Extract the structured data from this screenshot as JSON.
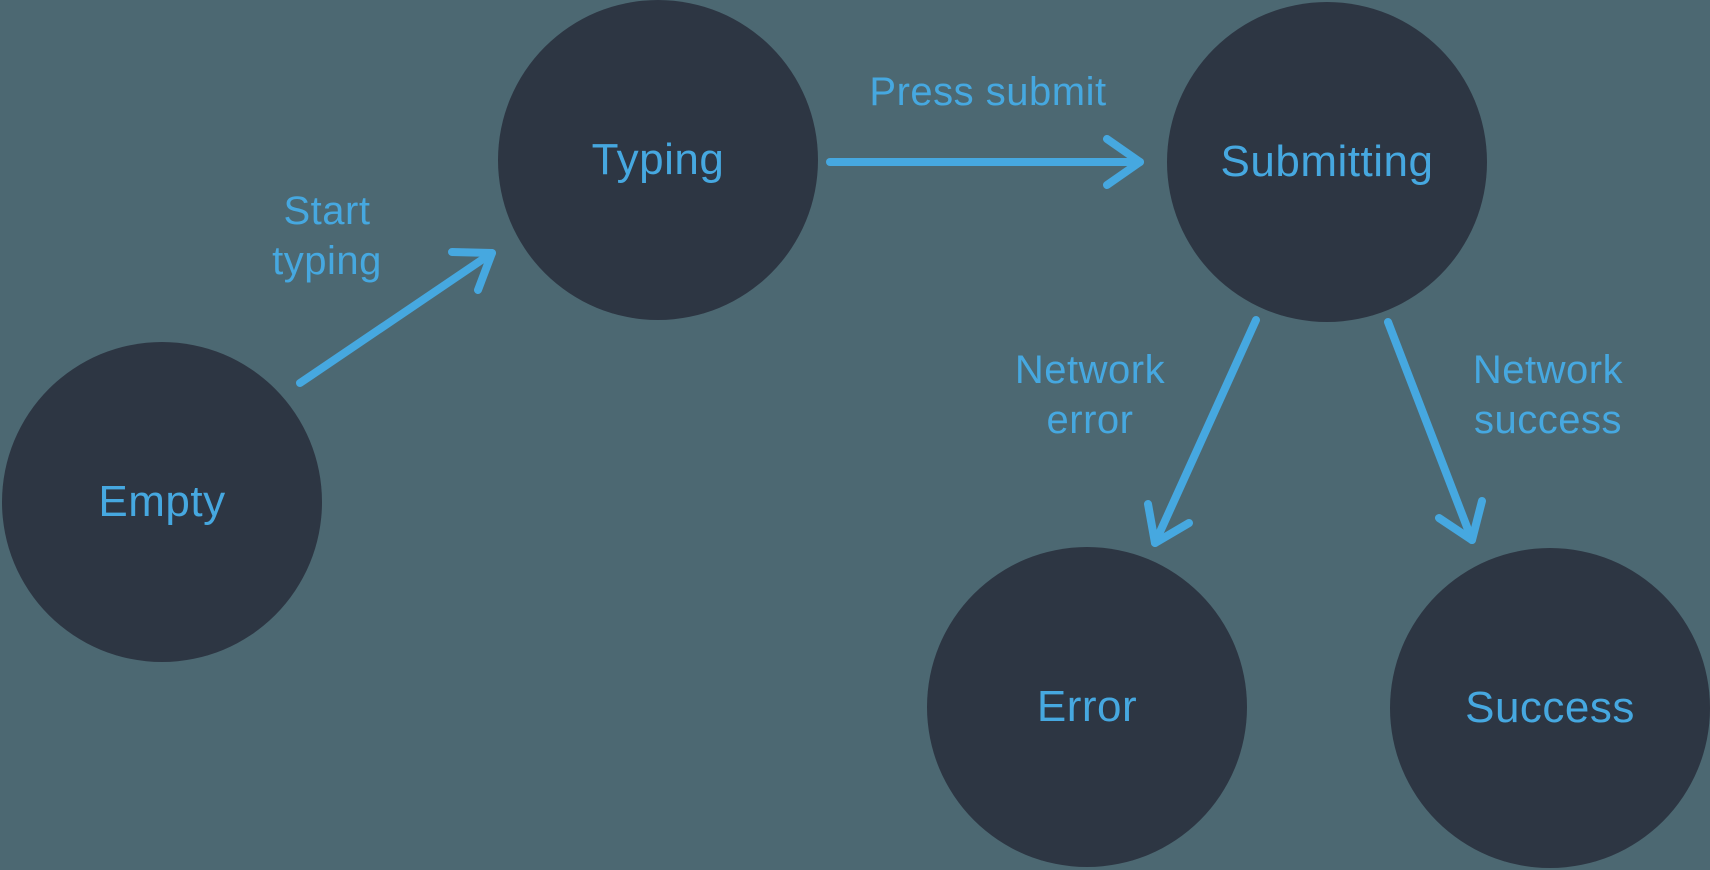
{
  "colors": {
    "background": "#4C6872",
    "node_fill": "#2D3643",
    "accent": "#46A8E0"
  },
  "diagram": {
    "type": "state-machine",
    "nodes": [
      {
        "id": "empty",
        "label": "Empty"
      },
      {
        "id": "typing",
        "label": "Typing"
      },
      {
        "id": "submitting",
        "label": "Submitting"
      },
      {
        "id": "error",
        "label": "Error"
      },
      {
        "id": "success",
        "label": "Success"
      }
    ],
    "edges": [
      {
        "id": "empty-typing",
        "from": "empty",
        "to": "typing",
        "label": "Start typing"
      },
      {
        "id": "typing-submitting",
        "from": "typing",
        "to": "submitting",
        "label": "Press submit"
      },
      {
        "id": "submitting-error",
        "from": "submitting",
        "to": "error",
        "label": "Network error"
      },
      {
        "id": "submitting-success",
        "from": "submitting",
        "to": "success",
        "label": "Network success"
      }
    ]
  }
}
